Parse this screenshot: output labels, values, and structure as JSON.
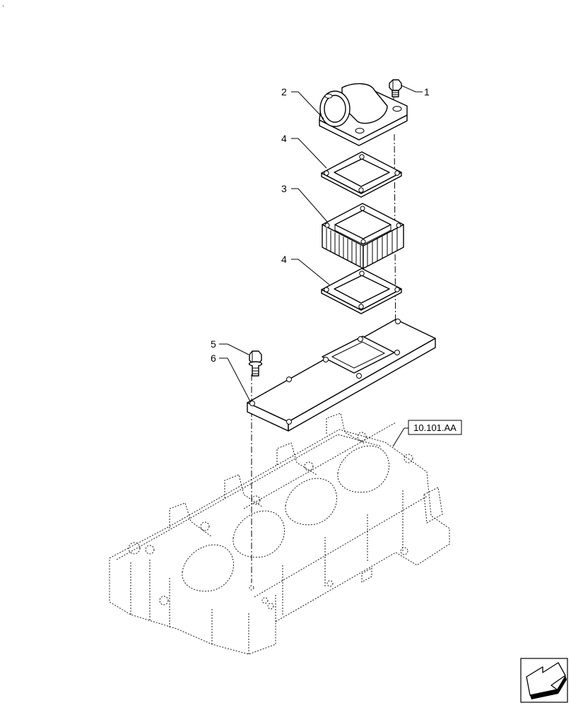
{
  "callouts": [
    {
      "number": "1"
    },
    {
      "number": "2"
    },
    {
      "number": "4"
    },
    {
      "number": "3"
    },
    {
      "number": "4"
    },
    {
      "number": "5"
    },
    {
      "number": "6"
    }
  ],
  "reference": {
    "label": "10.101.AA"
  },
  "page_mark": ".",
  "icons": {
    "nav": "arrow-navigation-icon"
  }
}
